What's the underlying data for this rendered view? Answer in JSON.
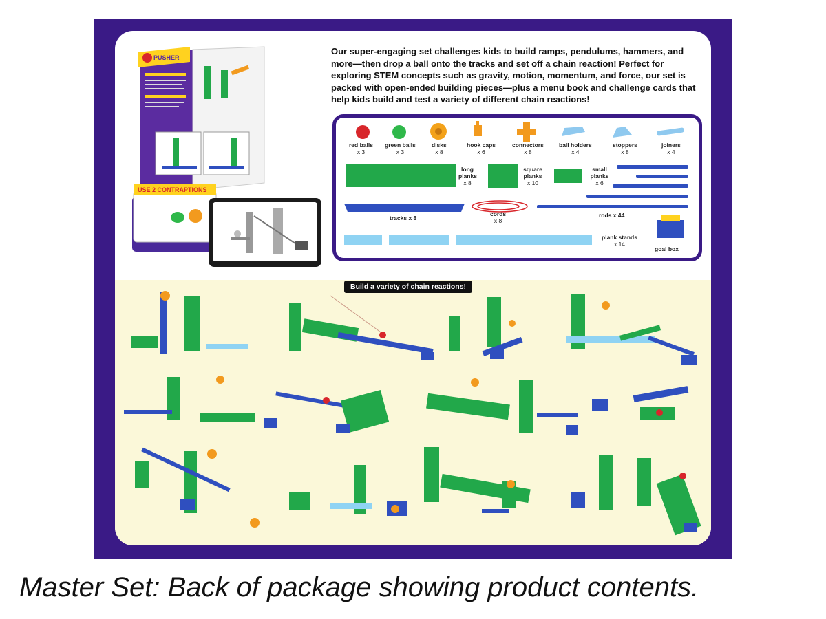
{
  "description": "Our super-engaging set challenges kids to build ramps, pendulums, hammers, and more—then drop a ball onto the tracks and set off a chain reaction! Perfect for exploring STEM concepts such as gravity, motion, momentum, and force, our set is packed with open-ended building pieces—plus a menu book and challenge cards that help kids build and test a variety of different chain reactions!",
  "booklet": {
    "title": "PUSHER",
    "card_title": "USE 2 CONTRAPTIONS"
  },
  "contents": [
    {
      "name": "red balls",
      "qty": "x 3"
    },
    {
      "name": "green balls",
      "qty": "x 3"
    },
    {
      "name": "disks",
      "qty": "x 8"
    },
    {
      "name": "hook caps",
      "qty": "x 6"
    },
    {
      "name": "connectors",
      "qty": "x 8"
    },
    {
      "name": "ball holders",
      "qty": "x 4"
    },
    {
      "name": "stoppers",
      "qty": "x 8"
    },
    {
      "name": "joiners",
      "qty": "x 4"
    },
    {
      "name": "long planks",
      "qty": "x 8"
    },
    {
      "name": "square planks",
      "qty": "x 10"
    },
    {
      "name": "small planks",
      "qty": "x 6"
    },
    {
      "name": "tracks",
      "qty": "x 8"
    },
    {
      "name": "cords",
      "qty": "x 8"
    },
    {
      "name": "rods",
      "qty": "x 44"
    },
    {
      "name": "plank stands",
      "qty": "x 14"
    },
    {
      "name": "goal box",
      "qty": ""
    }
  ],
  "chain_banner": "Build a variety of chain reactions!",
  "caption": "Master Set: Back of package showing product contents.",
  "colors": {
    "frame": "#3a1a86",
    "plank": "#22a84a",
    "rod": "#2f4fbf",
    "ball_red": "#d8262b",
    "ball_green": "#2fb84a",
    "accent": "#f29a1e"
  }
}
